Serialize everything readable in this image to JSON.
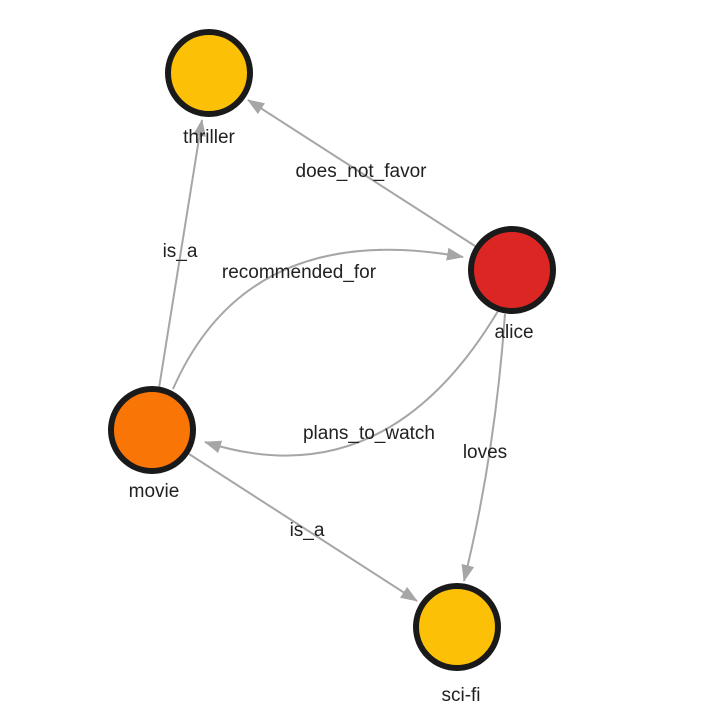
{
  "graph": {
    "style": {
      "background": "#ffffff",
      "edge_color": "#a6a6a6",
      "node_border_color": "#1a1a1a",
      "label_color": "#212121"
    },
    "nodes": [
      {
        "id": "thriller",
        "label": "thriller",
        "color": "#fcc106"
      },
      {
        "id": "alice",
        "label": "alice",
        "color": "#db2623"
      },
      {
        "id": "movie",
        "label": "movie",
        "color": "#f97606"
      },
      {
        "id": "sci-fi",
        "label": "sci-fi",
        "color": "#fcc106"
      }
    ],
    "edges": [
      {
        "from": "alice",
        "to": "thriller",
        "label": "does_not_favor"
      },
      {
        "from": "movie",
        "to": "thriller",
        "label": "is_a"
      },
      {
        "from": "movie",
        "to": "alice",
        "label": "recommended_for"
      },
      {
        "from": "alice",
        "to": "movie",
        "label": "plans_to_watch"
      },
      {
        "from": "alice",
        "to": "sci-fi",
        "label": "loves"
      },
      {
        "from": "movie",
        "to": "sci-fi",
        "label": "is_a"
      }
    ]
  }
}
